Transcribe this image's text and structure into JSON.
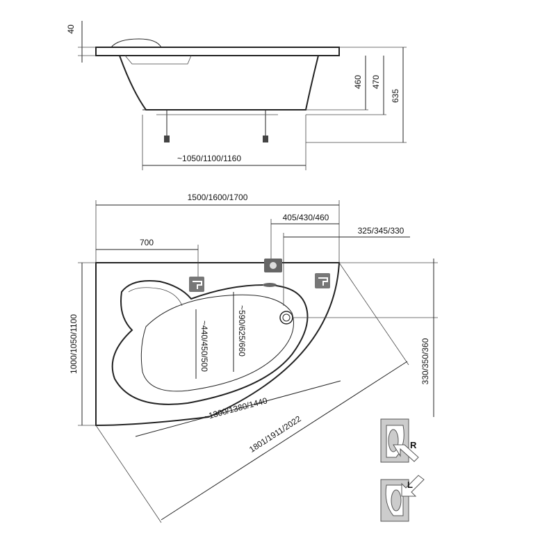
{
  "side_view": {
    "dim_rim": "40",
    "dim_depth_inner": "460",
    "dim_depth_mid": "470",
    "dim_total_height": "635",
    "dim_leg_span": "1050/1100/1160"
  },
  "top_view": {
    "dim_length": "1500/1600/1700",
    "dim_seat": "700",
    "dim_drain_offset": "405/430/460",
    "dim_corner_offset": "325/345/330",
    "dim_width": "1000/1050/1100",
    "dim_side_offset": "330/350/360",
    "dim_inner_width": "440/450/500",
    "dim_inner_wide": "590/625/660",
    "dim_inner_length": "1300/1380/1440",
    "dim_diagonal": "1801/1911/2022"
  },
  "variants": {
    "right_label": "R",
    "left_label": "L"
  },
  "colors": {
    "line": "#222222",
    "accent": "#555555"
  },
  "icons": [
    "faucet-icon",
    "faucet-icon",
    "overflow-icon",
    "drain-icon",
    "arrow-icon"
  ]
}
